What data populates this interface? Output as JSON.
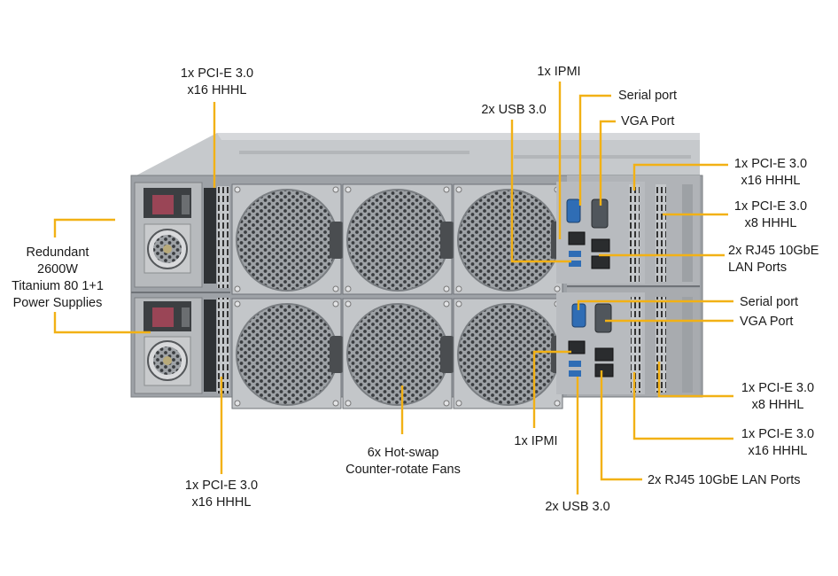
{
  "colors": {
    "callout": "#f2b115",
    "chassis": "#a9adb2",
    "chassis_dark": "#6f7378",
    "fan_shroud": "#8d9196",
    "handle": "#4a4d50",
    "port_blue": "#2f6db5"
  },
  "labels": {
    "pcie_top_left": [
      "1x PCI-E 3.0",
      "x16 HHHL"
    ],
    "ipmi_top": "1x IPMI",
    "serial_top": "Serial port",
    "usb_top": "2x USB 3.0",
    "vga_top": "VGA Port",
    "pcie_x16_top_right": [
      "1x PCI-E 3.0",
      "x16 HHHL"
    ],
    "pcie_x8_top_right": [
      "1x PCI-E 3.0",
      "x8 HHHL"
    ],
    "rj45_top": [
      "2x RJ45 10GbE",
      "LAN Ports"
    ],
    "psu": [
      "Redundant",
      "2600W",
      "Titanium 80 1+1",
      "Power Supplies"
    ],
    "serial_bottom": "Serial port",
    "vga_bottom": "VGA Port",
    "pcie_x8_bottom_right": [
      "1x PCI-E 3.0",
      "x8 HHHL"
    ],
    "ipmi_bottom": "1x IPMI",
    "pcie_x16_bottom_right": [
      "1x PCI-E 3.0",
      "x16 HHHL"
    ],
    "fans": [
      "6x Hot-swap",
      "Counter-rotate Fans"
    ],
    "pcie_bottom_left": [
      "1x PCI-E 3.0",
      "x16 HHHL"
    ],
    "rj45_bottom": "2x RJ45 10GbE LAN Ports",
    "usb_bottom": "2x USB 3.0"
  }
}
